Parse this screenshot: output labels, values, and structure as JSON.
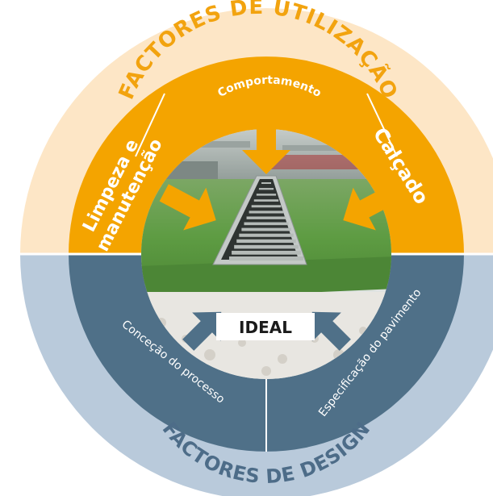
{
  "outer_ring": {
    "top_label": "FACTORES DE UTILIZAÇÃO",
    "bottom_label": "FACTORES DE DESIGN"
  },
  "usage_factors": {
    "left": {
      "line1": "Limpeza e",
      "line2": "manutenção"
    },
    "top": "Comportamento",
    "right": "Calçado"
  },
  "design_factors": {
    "left": "Conceção do processo",
    "right": "Especificação do pavimento"
  },
  "center": {
    "label": "IDEAL"
  },
  "colors": {
    "outer_top": "#fde6c6",
    "outer_bottom": "#b9cadb",
    "usage_orange": "#f4a400",
    "design_blue": "#4f7088",
    "outer_top_text": "#f2a30f",
    "outer_bottom_text": "#4d6c88",
    "floor_green": "#5f9d45"
  },
  "icons": [
    "arrow-icon",
    "floor-drain-icon"
  ]
}
